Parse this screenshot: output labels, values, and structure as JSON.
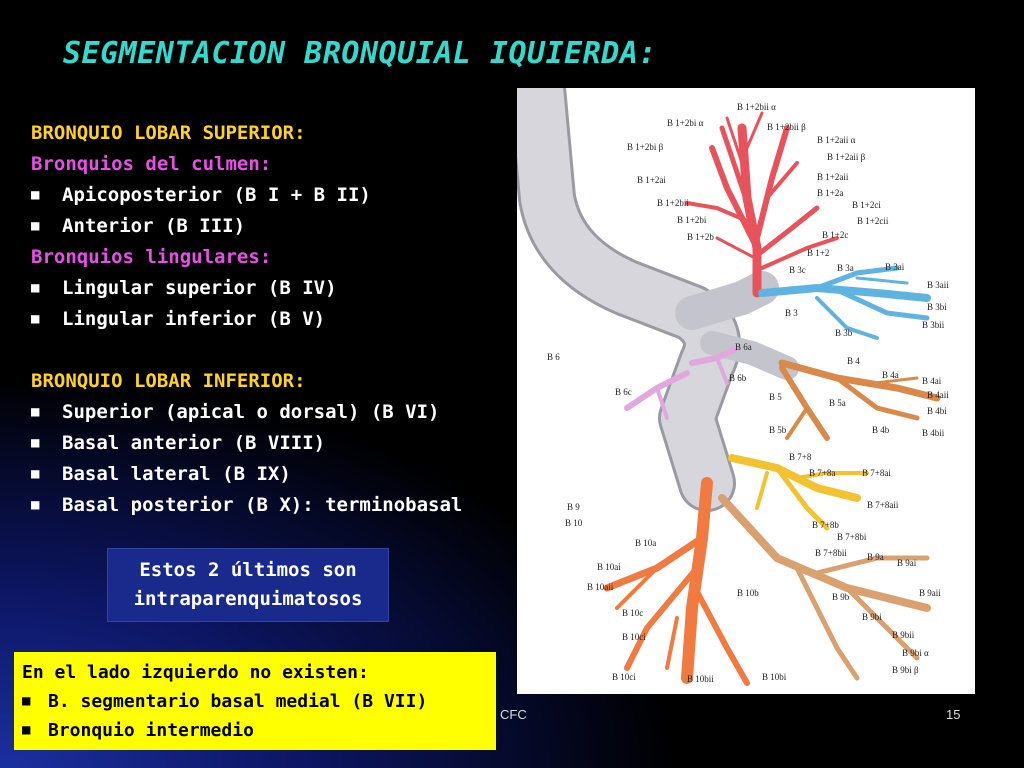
{
  "title": "SEGMENTACION BRONQUIAL IQUIERDA:",
  "superior": {
    "heading": "BRONQUIO LOBAR SUPERIOR:",
    "culmen_heading": "Bronquios del culmen:",
    "culmen_items": [
      "Apicoposterior (B I + B II)",
      "Anterior (B III)"
    ],
    "lingular_heading": "Bronquios lingulares:",
    "lingular_items": [
      "Lingular superior (B IV)",
      "Lingular inferior (B V)"
    ]
  },
  "inferior": {
    "heading": "BRONQUIO LOBAR INFERIOR:",
    "items": [
      "Superior (apical o dorsal) (B VI)",
      "Basal anterior (B VIII)",
      "Basal lateral (B IX)",
      "Basal posterior (B X): terminobasal"
    ]
  },
  "note": {
    "line1": "Estos 2 últimos son",
    "line2": "intraparenquimatosos"
  },
  "absent": {
    "heading": "En el lado izquierdo no existen:",
    "items": [
      "B. segmentario basal medial (B VII)",
      "Bronquio intermedio"
    ]
  },
  "footer": {
    "author": "CFC",
    "page": "15"
  },
  "colors": {
    "title": "#33d9cc",
    "heading": "#ffd21e",
    "subheading": "#e84fe8",
    "apicoposterior": "#e8525a",
    "lingular_superior": "#5fb3e0",
    "lingular_inferior": "#d98a4a",
    "superior_basal": "#e9b5e6",
    "basal_anterior": "#f2c230",
    "basal_lateral": "#d9a070",
    "basal_posterior": "#f07a40",
    "trachea": "#cfcfd6"
  },
  "figure": {
    "labels": [
      "B 1+2bii α",
      "B 1+2bi α",
      "B 1+2bii β",
      "B 1+2bi β",
      "B 1+2aii α",
      "B 1+2aii β",
      "B 1+2ai",
      "B 1+2aii",
      "B 1+2a",
      "B 1+2bii",
      "B 1+2ci",
      "B 1+2bi",
      "B 1+2cii",
      "B 1+2b",
      "B 1+2c",
      "B 1+2",
      "B 3c",
      "B 3a",
      "B 3ai",
      "B 3aii",
      "B 3bi",
      "B 3",
      "B 3b",
      "B 3bii",
      "B 6",
      "B 6a",
      "B 6b",
      "B 6c",
      "B 4",
      "B 4a",
      "B 4ai",
      "B 4aii",
      "B 4bi",
      "B 5",
      "B 5a",
      "B 4b",
      "B 4bii",
      "B 5b",
      "B 7+8",
      "B 7+8a",
      "B 7+8ai",
      "B 7+8aii",
      "B 7+8b",
      "B 7+8bi",
      "B 7+8bii",
      "B 9",
      "B 10",
      "B 10a",
      "B 9a",
      "B 9ai",
      "B 10ai",
      "B 10aii",
      "B 10b",
      "B 9aii",
      "B 9b",
      "B 10c",
      "B 9bi",
      "B 10ci",
      "B 9bii",
      "B 9bi α",
      "B 9bi β",
      "B 10ci",
      "B 10bii",
      "B 10bi"
    ]
  }
}
